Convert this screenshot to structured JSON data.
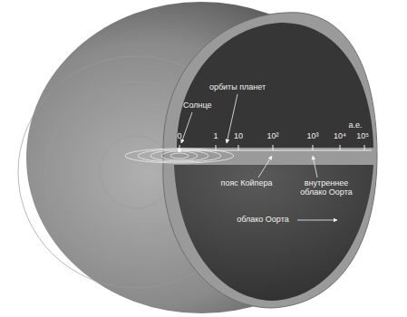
{
  "diagram": {
    "labels": [
      "Солнце",
      "орбиты планет",
      "0",
      "1",
      "10",
      "10²",
      "10³",
      "10⁴",
      "10⁵",
      "а.е.",
      "пояс Койпера",
      "внутреннее облако Оорта",
      "облако Оорта"
    ]
  }
}
